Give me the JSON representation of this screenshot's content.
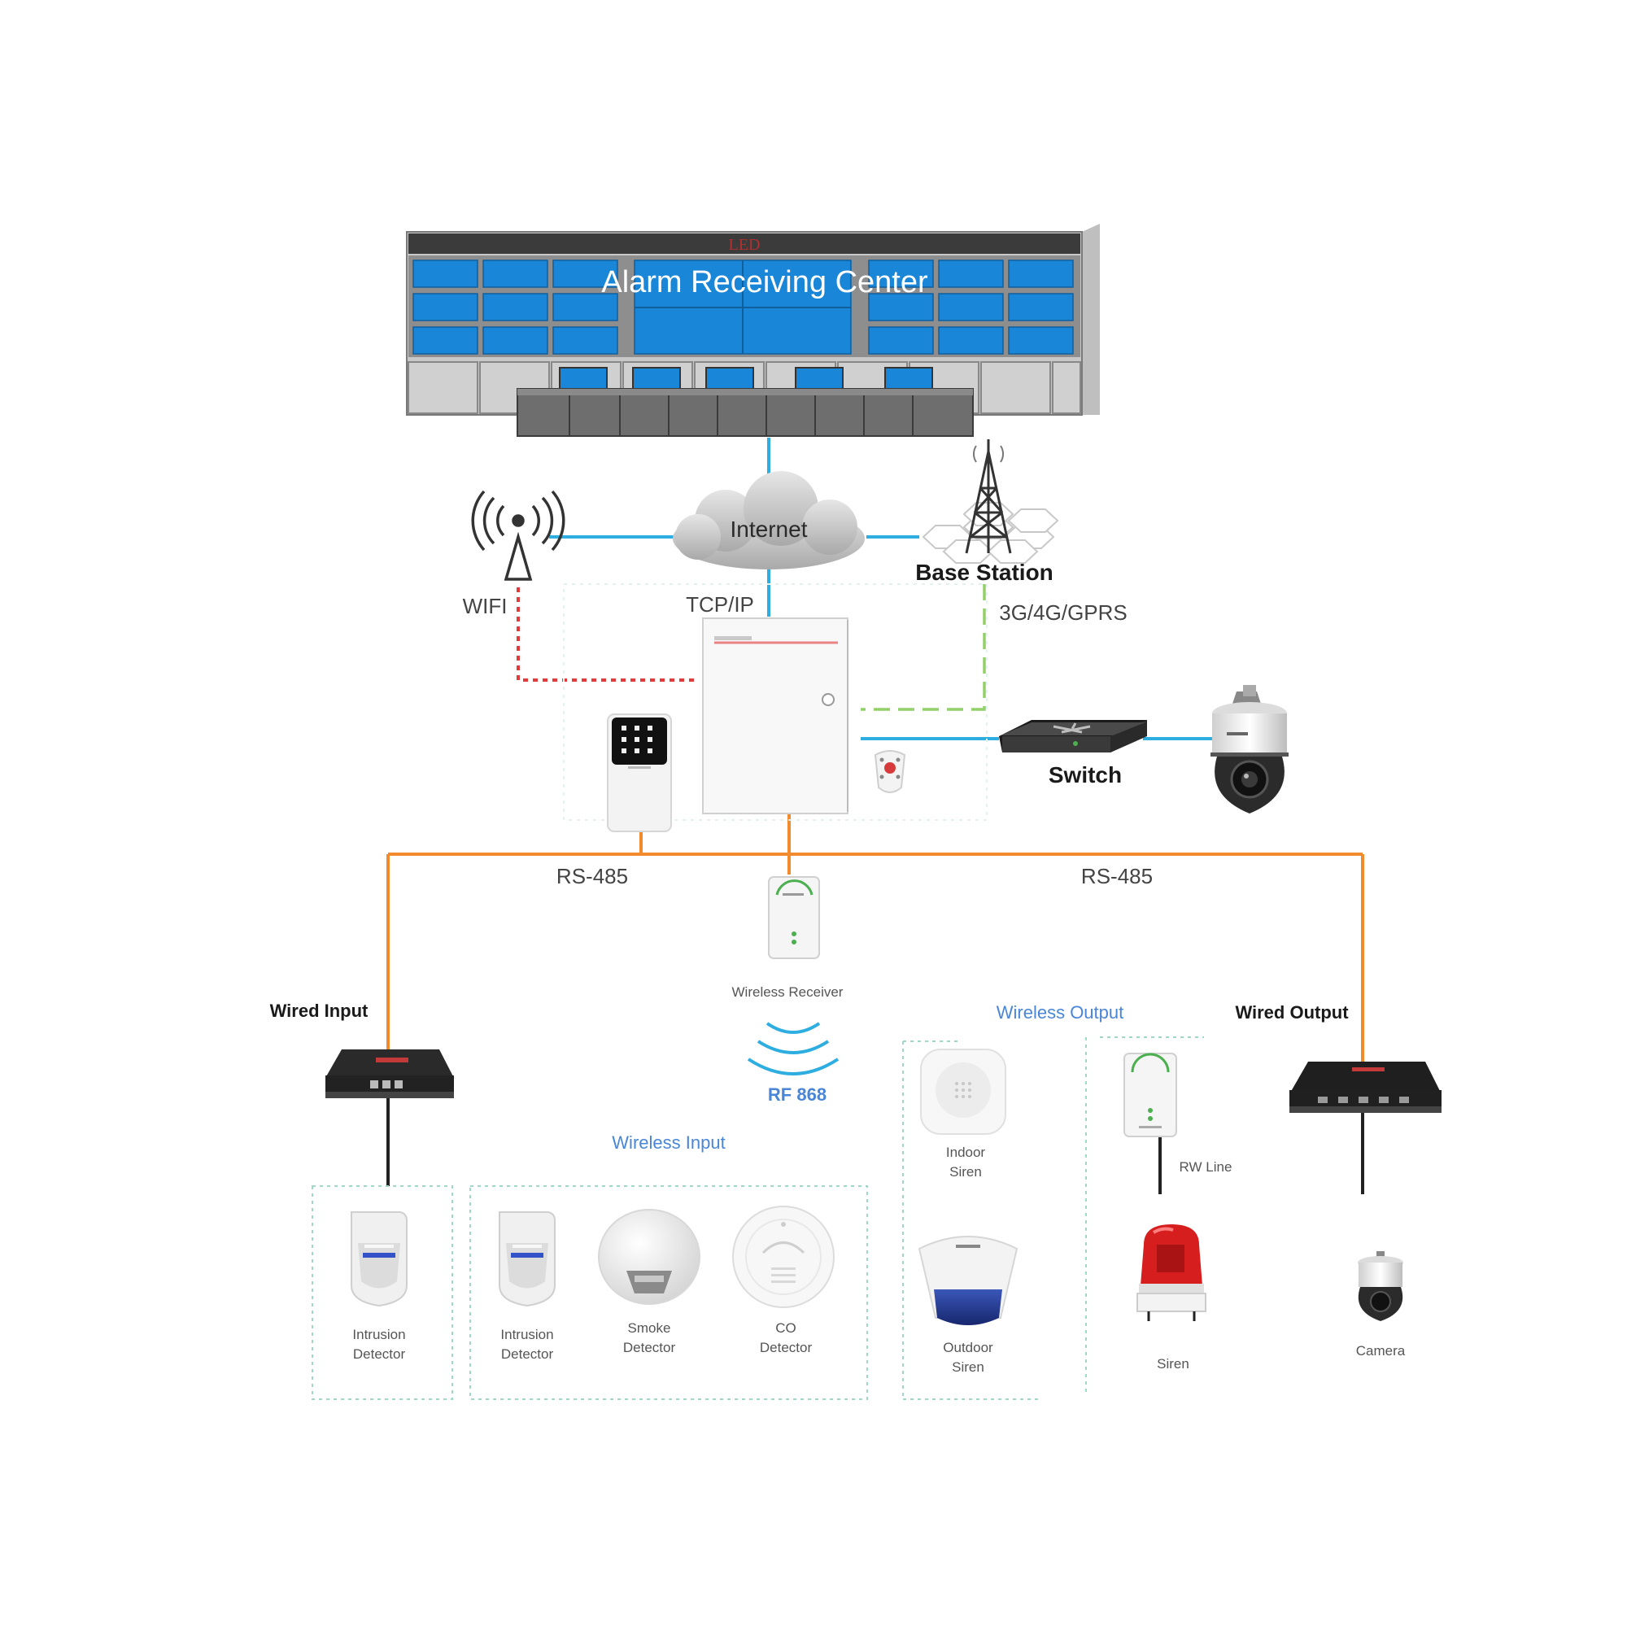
{
  "arc": {
    "led": "LED",
    "title": "Alarm Receiving Center"
  },
  "network": {
    "internet": "Internet",
    "base_station": "Base Station",
    "wifi": "WIFI",
    "tcpip": "TCP/IP",
    "cellular": "3G/4G/GPRS",
    "switch": "Switch"
  },
  "bus": {
    "rs485_left": "RS-485",
    "rs485_right": "RS-485"
  },
  "receiver": {
    "label": "Wireless Receiver",
    "rf": "RF 868"
  },
  "groups": {
    "wired_input": "Wired Input",
    "wireless_input": "Wireless Input",
    "wireless_output": "Wireless Output",
    "wired_output": "Wired Output"
  },
  "devices": {
    "intrusion_wired": [
      "Intrusion",
      "Detector"
    ],
    "intrusion_wireless": [
      "Intrusion",
      "Detector"
    ],
    "smoke": [
      "Smoke",
      "Detector"
    ],
    "co": [
      "CO",
      "Detector"
    ],
    "indoor_siren": [
      "Indoor",
      "Siren"
    ],
    "outdoor_siren": [
      "Outdoor",
      "Siren"
    ],
    "rw_line": "RW Line",
    "siren": "Siren",
    "camera": "Camera"
  },
  "colors": {
    "ethernet": "#2eaee0",
    "rs485": "#f28a2e",
    "wifi_link": "#e23b3b",
    "cellular_link": "#93d06a",
    "group_border": "#9fd8c8",
    "screen_blue": "#1a86d8",
    "label_blue": "#4a86d8"
  }
}
